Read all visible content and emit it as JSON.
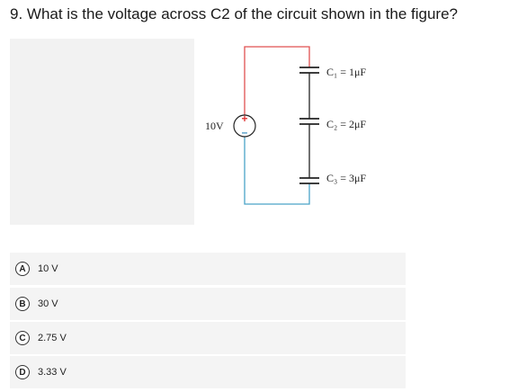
{
  "question": {
    "text": "9. What is the voltage across C2 of the circuit shown in the figure?"
  },
  "figure": {
    "source_label": "10V",
    "source_plus": "+",
    "source_minus": "–",
    "capacitors": [
      {
        "label": "C₁ = 1μF"
      },
      {
        "label": "C₂ = 2μF"
      },
      {
        "label": "C₃ = 3μF"
      }
    ],
    "colors": {
      "positive_wire": "#e05050",
      "negative_wire": "#4aa3c8",
      "wire": "#222222"
    }
  },
  "options": [
    {
      "letter": "A",
      "text": "10 V"
    },
    {
      "letter": "B",
      "text": "30 V"
    },
    {
      "letter": "C",
      "text": "2.75 V"
    },
    {
      "letter": "D",
      "text": "3.33 V"
    }
  ]
}
